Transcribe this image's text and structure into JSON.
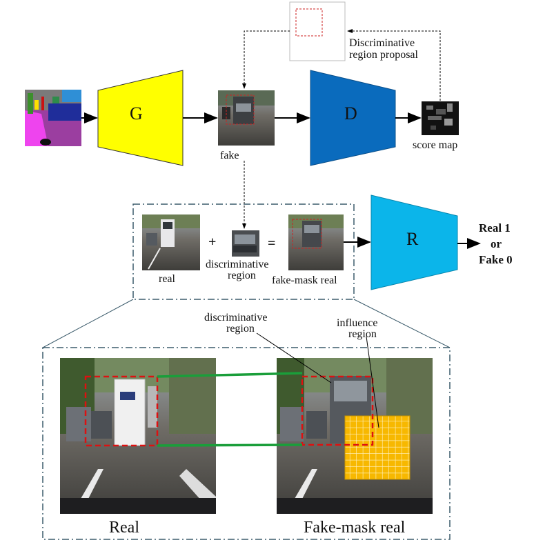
{
  "networks": {
    "generator": "G",
    "discriminator": "D",
    "refiner": "R"
  },
  "labels": {
    "fake": "fake",
    "score_map": "score map",
    "proposal_line1": "Discriminative",
    "proposal_line2": "region proposal",
    "real_small": "real",
    "disc_region_line1": "discriminative",
    "disc_region_line2": "region",
    "fake_mask_small": "fake-mask real",
    "plus": "+",
    "equals": "=",
    "output_line1": "Real 1",
    "output_line2": "or",
    "output_line3": "Fake 0",
    "zoom_disc_line1": "discriminative",
    "zoom_disc_line2": "region",
    "zoom_influence_line1": "influence",
    "zoom_influence_line2": "region",
    "real_large": "Real",
    "fake_mask_large": "Fake-mask real"
  },
  "colors": {
    "generator_fill": "#ffff00",
    "discriminator_fill": "#0a6bbd",
    "refiner_fill": "#0bb5ea",
    "proposal_box": "#cc2222",
    "correspondence_line": "#1a9e3a",
    "influence_grid": "#f7b800",
    "frame_dash": "#3b5b6b"
  },
  "icons": {
    "semantic_map": "segmentation-map-thumbnail",
    "fake_image": "generated-street-scene-thumbnail",
    "score_map": "score-map-heatmap-thumbnail",
    "real_photo": "street-scene-photo"
  }
}
